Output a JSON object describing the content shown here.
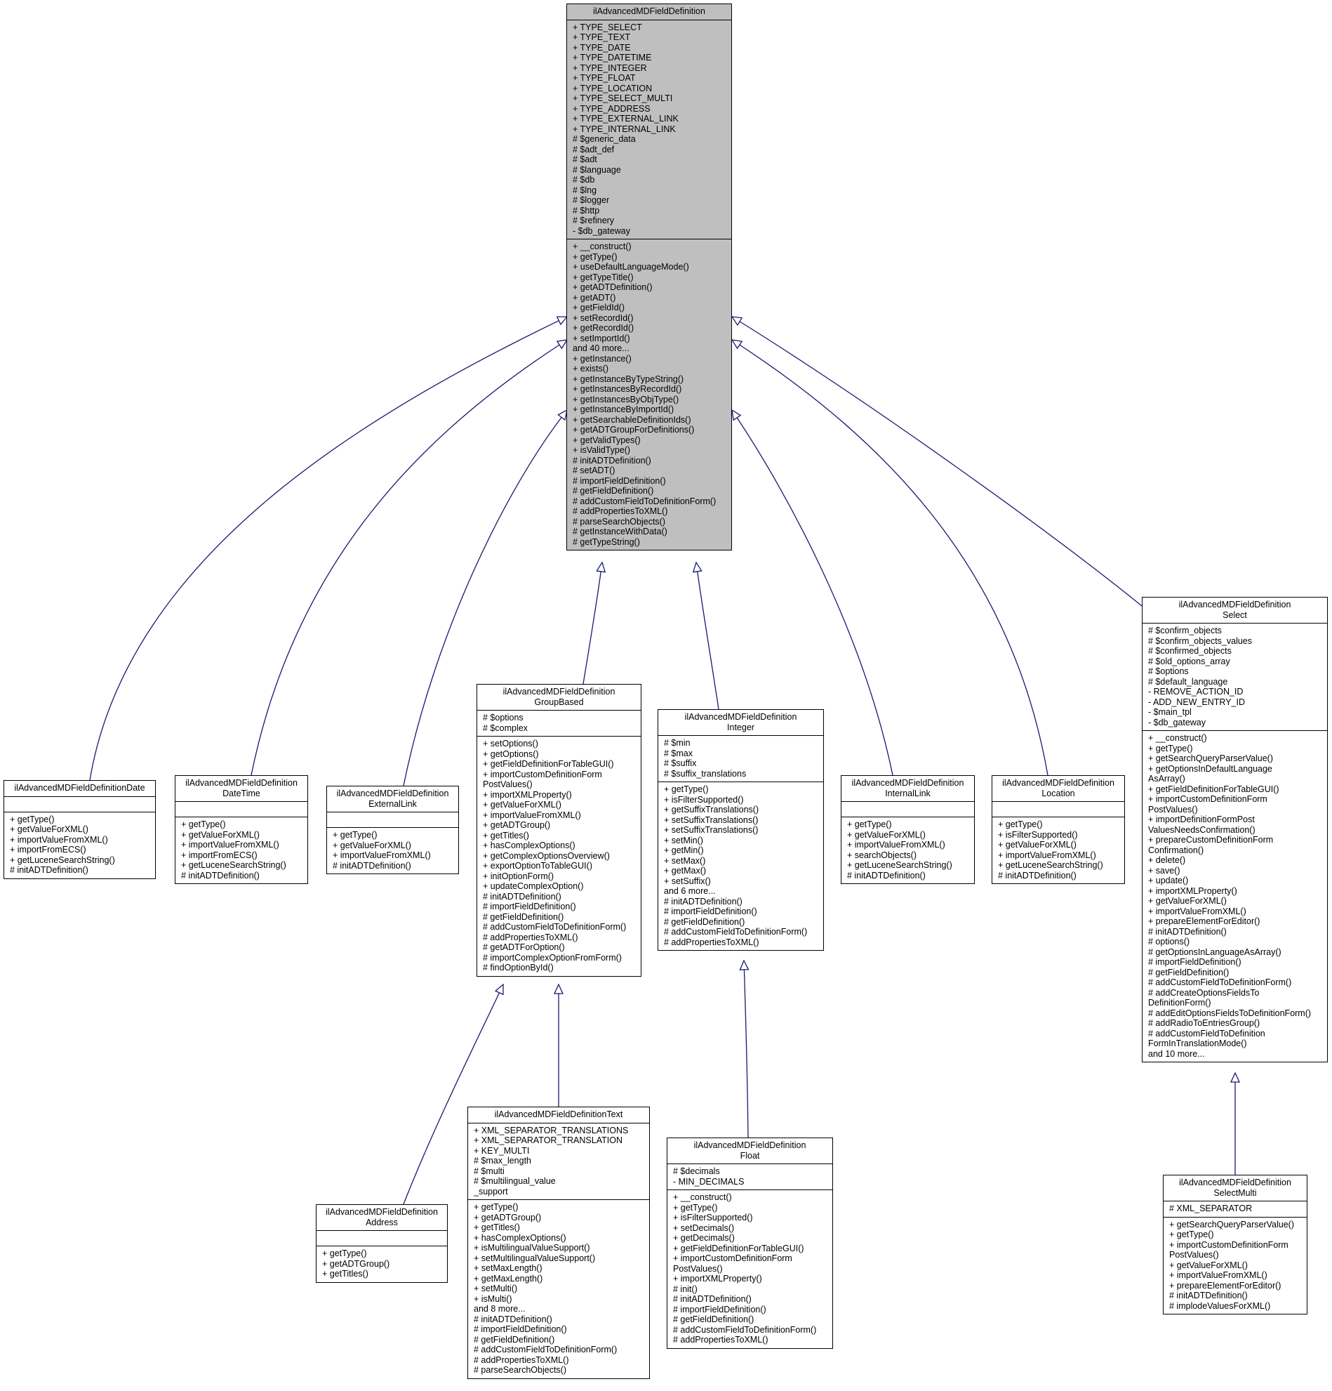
{
  "classes": [
    {
      "id": "base",
      "title_lines": [
        "ilAdvancedMDFieldDefinition"
      ],
      "attributes": [
        "+ TYPE_SELECT",
        "+ TYPE_TEXT",
        "+ TYPE_DATE",
        "+ TYPE_DATETIME",
        "+ TYPE_INTEGER",
        "+ TYPE_FLOAT",
        "+ TYPE_LOCATION",
        "+ TYPE_SELECT_MULTI",
        "+ TYPE_ADDRESS",
        "+ TYPE_EXTERNAL_LINK",
        "+ TYPE_INTERNAL_LINK",
        "# $generic_data",
        "# $adt_def",
        "# $adt",
        "# $language",
        "# $db",
        "# $lng",
        "# $logger",
        "# $http",
        "# $refinery",
        "- $db_gateway"
      ],
      "methods": [
        "+ __construct()",
        "+ getType()",
        "+ useDefaultLanguageMode()",
        "+ getTypeTitle()",
        "+ getADTDefinition()",
        "+ getADT()",
        "+ getFieldId()",
        "+ setRecordId()",
        "+ getRecordId()",
        "+ setImportId()",
        "and 40 more...",
        "+ getInstance()",
        "+ exists()",
        "+ getInstanceByTypeString()",
        "+ getInstancesByRecordId()",
        "+ getInstancesByObjType()",
        "+ getInstanceByImportId()",
        "+ getSearchableDefinitionIds()",
        "+ getADTGroupForDefinitions()",
        "+ getValidTypes()",
        "+ isValidType()",
        "# initADTDefinition()",
        "# setADT()",
        "# importFieldDefinition()",
        "# getFieldDefinition()",
        "# addCustomFieldToDefinitionForm()",
        "# addPropertiesToXML()",
        "# parseSearchObjects()",
        "# getInstanceWithData()",
        "# getTypeString()"
      ]
    },
    {
      "id": "date",
      "title_lines": [
        "ilAdvancedMDFieldDefinitionDate"
      ],
      "attributes": [],
      "methods": [
        "+ getType()",
        "+ getValueForXML()",
        "+ importValueFromXML()",
        "+ importFromECS()",
        "+ getLuceneSearchString()",
        "# initADTDefinition()"
      ]
    },
    {
      "id": "datetime",
      "title_lines": [
        "ilAdvancedMDFieldDefinition",
        "DateTime"
      ],
      "attributes": [],
      "methods": [
        "+ getType()",
        "+ getValueForXML()",
        "+ importValueFromXML()",
        "+ importFromECS()",
        "+ getLuceneSearchString()",
        "# initADTDefinition()"
      ]
    },
    {
      "id": "extlink",
      "title_lines": [
        "ilAdvancedMDFieldDefinition",
        "ExternalLink"
      ],
      "attributes": [],
      "methods": [
        "+ getType()",
        "+ getValueForXML()",
        "+ importValueFromXML()",
        "# initADTDefinition()"
      ]
    },
    {
      "id": "group",
      "title_lines": [
        "ilAdvancedMDFieldDefinition",
        "GroupBased"
      ],
      "attributes": [
        "# $options",
        "# $complex"
      ],
      "methods": [
        "+ setOptions()",
        "+ getOptions()",
        "+ getFieldDefinitionForTableGUI()",
        "+ importCustomDefinitionForm",
        "PostValues()",
        "+ importXMLProperty()",
        "+ getValueForXML()",
        "+ importValueFromXML()",
        "+ getADTGroup()",
        "+ getTitles()",
        "+ hasComplexOptions()",
        "+ getComplexOptionsOverview()",
        "+ exportOptionToTableGUI()",
        "+ initOptionForm()",
        "+ updateComplexOption()",
        "# initADTDefinition()",
        "# importFieldDefinition()",
        "# getFieldDefinition()",
        "# addCustomFieldToDefinitionForm()",
        "# addPropertiesToXML()",
        "# getADTForOption()",
        "# importComplexOptionFromForm()",
        "# findOptionById()"
      ]
    },
    {
      "id": "integer",
      "title_lines": [
        "ilAdvancedMDFieldDefinition",
        "Integer"
      ],
      "attributes": [
        "# $min",
        "# $max",
        "# $suffix",
        "# $suffix_translations"
      ],
      "methods": [
        "+ getType()",
        "+ isFilterSupported()",
        "+ getSuffixTranslations()",
        "+ setSuffixTranslations()",
        "+ setSuffixTranslations()",
        "+ setMin()",
        "+ getMin()",
        "+ setMax()",
        "+ getMax()",
        "+ setSuffix()",
        "and 6 more...",
        "# initADTDefinition()",
        "# importFieldDefinition()",
        "# getFieldDefinition()",
        "# addCustomFieldToDefinitionForm()",
        "# addPropertiesToXML()"
      ]
    },
    {
      "id": "intlink",
      "title_lines": [
        "ilAdvancedMDFieldDefinition",
        "InternalLink"
      ],
      "attributes": [],
      "methods": [
        "+ getType()",
        "+ getValueForXML()",
        "+ importValueFromXML()",
        "+ searchObjects()",
        "+ getLuceneSearchString()",
        "# initADTDefinition()"
      ]
    },
    {
      "id": "location",
      "title_lines": [
        "ilAdvancedMDFieldDefinition",
        "Location"
      ],
      "attributes": [],
      "methods": [
        "+ getType()",
        "+ isFilterSupported()",
        "+ getValueForXML()",
        "+ importValueFromXML()",
        "+ getLuceneSearchString()",
        "# initADTDefinition()"
      ]
    },
    {
      "id": "select",
      "title_lines": [
        "ilAdvancedMDFieldDefinition",
        "Select"
      ],
      "attributes": [
        "# $confirm_objects",
        "# $confirm_objects_values",
        "# $confirmed_objects",
        "# $old_options_array",
        "# $options",
        "# $default_language",
        "- REMOVE_ACTION_ID",
        "- ADD_NEW_ENTRY_ID",
        "- $main_tpl",
        "- $db_gateway"
      ],
      "methods": [
        "+ __construct()",
        "+ getType()",
        "+ getSearchQueryParserValue()",
        "+ getOptionsInDefaultLanguage",
        "AsArray()",
        "+ getFieldDefinitionForTableGUI()",
        "+ importCustomDefinitionForm",
        "PostValues()",
        "+ importDefinitionFormPost",
        "ValuesNeedsConfirmation()",
        "+ prepareCustomDefinitionForm",
        "Confirmation()",
        "+ delete()",
        "+ save()",
        "+ update()",
        "+ importXMLProperty()",
        "+ getValueForXML()",
        "+ importValueFromXML()",
        "+ prepareElementForEditor()",
        "# initADTDefinition()",
        "# options()",
        "# getOptionsInLanguageAsArray()",
        "# importFieldDefinition()",
        "# getFieldDefinition()",
        "# addCustomFieldToDefinitionForm()",
        "# addCreateOptionsFieldsTo",
        "DefinitionForm()",
        "# addEditOptionsFieldsToDefinitionForm()",
        "# addRadioToEntriesGroup()",
        "# addCustomFieldToDefinition",
        "FormInTranslationMode()",
        "and 10 more..."
      ]
    },
    {
      "id": "address",
      "title_lines": [
        "ilAdvancedMDFieldDefinition",
        "Address"
      ],
      "attributes": [],
      "methods": [
        "+ getType()",
        "+ getADTGroup()",
        "+ getTitles()"
      ]
    },
    {
      "id": "text",
      "title_lines": [
        "ilAdvancedMDFieldDefinitionText"
      ],
      "attributes": [
        "+ XML_SEPARATOR_TRANSLATIONS",
        "+ XML_SEPARATOR_TRANSLATION",
        "+ KEY_MULTI",
        "# $max_length",
        "# $multi",
        "# $multilingual_value",
        "_support"
      ],
      "methods": [
        "+ getType()",
        "+ getADTGroup()",
        "+ getTitles()",
        "+ hasComplexOptions()",
        "+ isMultilingualValueSupport()",
        "+ setMultilingualValueSupport()",
        "+ setMaxLength()",
        "+ getMaxLength()",
        "+ setMulti()",
        "+ isMulti()",
        "and 8 more...",
        "# initADTDefinition()",
        "# importFieldDefinition()",
        "# getFieldDefinition()",
        "# addCustomFieldToDefinitionForm()",
        "# addPropertiesToXML()",
        "# parseSearchObjects()"
      ]
    },
    {
      "id": "float",
      "title_lines": [
        "ilAdvancedMDFieldDefinition",
        "Float"
      ],
      "attributes": [
        "# $decimals",
        "- MIN_DECIMALS"
      ],
      "methods": [
        "+ __construct()",
        "+ getType()",
        "+ isFilterSupported()",
        "+ setDecimals()",
        "+ getDecimals()",
        "+ getFieldDefinitionForTableGUI()",
        "+ importCustomDefinitionForm",
        "PostValues()",
        "+ importXMLProperty()",
        "# init()",
        "# initADTDefinition()",
        "# importFieldDefinition()",
        "# getFieldDefinition()",
        "# addCustomFieldToDefinitionForm()",
        "# addPropertiesToXML()"
      ]
    },
    {
      "id": "selectmulti",
      "title_lines": [
        "ilAdvancedMDFieldDefinition",
        "SelectMulti"
      ],
      "attributes": [
        "# XML_SEPARATOR"
      ],
      "methods": [
        "+ getSearchQueryParserValue()",
        "+ getType()",
        "+ importCustomDefinitionForm",
        "PostValues()",
        "+ getValueForXML()",
        "+ importValueFromXML()",
        "+ prepareElementForEditor()",
        "# initADTDefinition()",
        "# implodeValuesForXML()"
      ]
    }
  ],
  "inheritance": [
    {
      "child": "date",
      "parent": "base"
    },
    {
      "child": "datetime",
      "parent": "base"
    },
    {
      "child": "extlink",
      "parent": "base"
    },
    {
      "child": "group",
      "parent": "base"
    },
    {
      "child": "integer",
      "parent": "base"
    },
    {
      "child": "intlink",
      "parent": "base"
    },
    {
      "child": "location",
      "parent": "base"
    },
    {
      "child": "select",
      "parent": "base"
    },
    {
      "child": "address",
      "parent": "group"
    },
    {
      "child": "text",
      "parent": "group"
    },
    {
      "child": "float",
      "parent": "integer"
    },
    {
      "child": "selectmulti",
      "parent": "select"
    }
  ],
  "colors": {
    "root_fill": "#bfbfbf",
    "edge": "#191970",
    "border": "#000000"
  }
}
